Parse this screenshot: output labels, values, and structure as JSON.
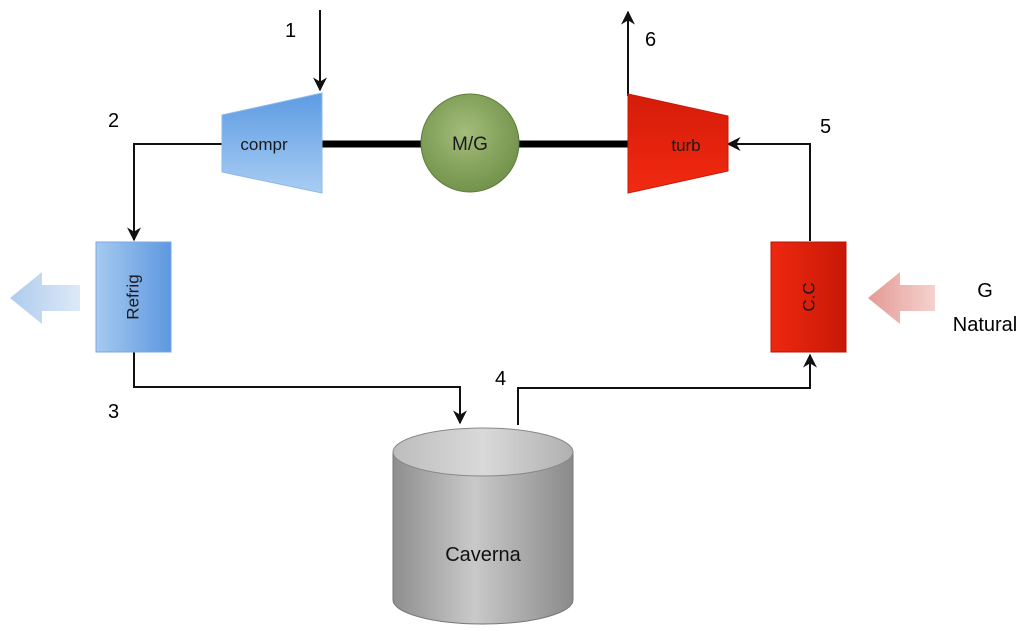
{
  "diagram": {
    "state_points": [
      "1",
      "2",
      "3",
      "4",
      "5",
      "6"
    ],
    "components": {
      "compressor": "compr",
      "motor_generator": "M/G",
      "turbine": "turb",
      "cooler": "Refrig",
      "combustion_chamber": "C.C",
      "cavern": "Caverna"
    },
    "fuel_input": {
      "line1": "G",
      "line2": "Natural"
    },
    "colors": {
      "compressor": "#6fa8e8",
      "cooler": "#7fb3ea",
      "motor_generator": "#8aa662",
      "turbine": "#e8230d",
      "combustion_chamber": "#e0200c",
      "cavern": "#a8a8a8",
      "heat_out_arrow": "#c4d9f0",
      "fuel_in_arrow": "#eab0ac"
    }
  }
}
